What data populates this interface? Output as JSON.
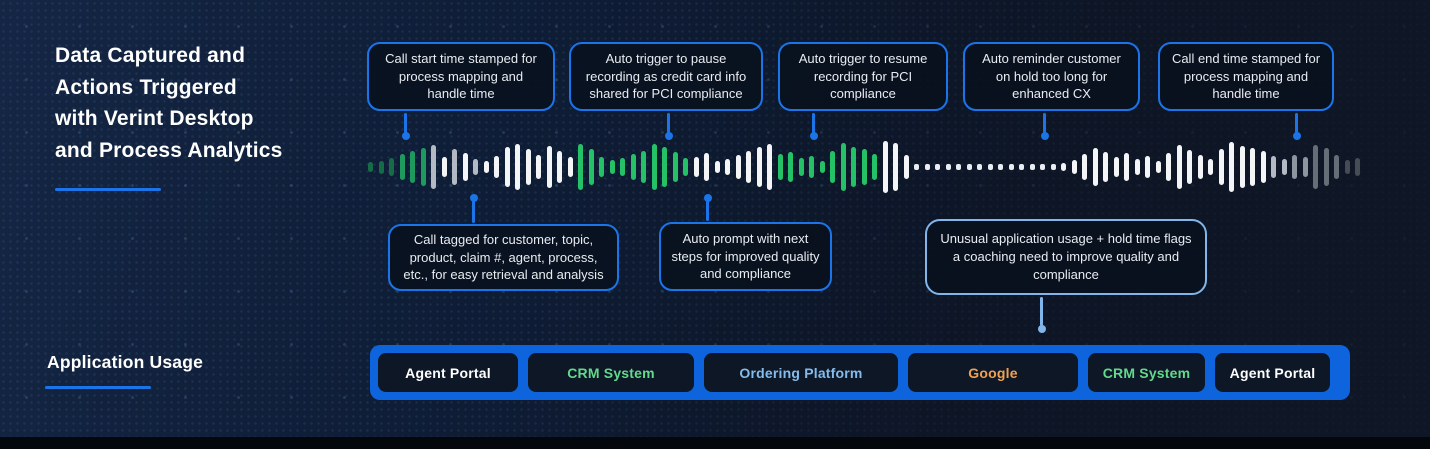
{
  "title": {
    "lines": [
      "Data Captured and",
      "Actions Triggered",
      "with Verint Desktop",
      "and Process Analytics"
    ]
  },
  "section_label": "Application Usage",
  "callouts": {
    "top": [
      "Call start time stamped for process mapping and handle time",
      "Auto trigger to pause recording as credit card info shared for PCI compliance",
      "Auto trigger to resume recording for PCI compliance",
      "Auto reminder customer on hold too long for enhanced CX",
      "Call end time stamped for process mapping and handle time"
    ],
    "bottom": [
      "Call tagged for customer, topic, product, claim #, agent, process, etc., for easy retrieval and analysis",
      "Auto prompt with next steps for improved quality and compliance",
      "Unusual application usage + hold time flags a coaching need to improve quality and compliance"
    ]
  },
  "colors": {
    "accent_blue": "#1b74e8",
    "light_blue_border": "#82b5e9",
    "band_blue": "#0d64dd",
    "background_navy": "#0e1c34",
    "bright_green": "#25c167"
  },
  "waveform": {
    "palette": {
      "g0": "#156c46",
      "g1": "#1f9a5f",
      "g2": "#25c167",
      "w": "#f3f5f7",
      "gy": "#b3bac3",
      "gy2": "#8d959f",
      "gy3": "#656d77",
      "gy4": "#454c56",
      "dot": "#e9edf1"
    },
    "bars": [
      {
        "h": 10,
        "c": "g0"
      },
      {
        "h": 13,
        "c": "g0"
      },
      {
        "h": 18,
        "c": "g0"
      },
      {
        "h": 26,
        "c": "g1"
      },
      {
        "h": 32,
        "c": "g1"
      },
      {
        "h": 38,
        "c": "g1"
      },
      {
        "h": 44,
        "c": "gy"
      },
      {
        "h": 20,
        "c": "w"
      },
      {
        "h": 36,
        "c": "gy"
      },
      {
        "h": 28,
        "c": "w"
      },
      {
        "h": 16,
        "c": "gy"
      },
      {
        "h": 12,
        "c": "w"
      },
      {
        "h": 22,
        "c": "w"
      },
      {
        "h": 40,
        "c": "w"
      },
      {
        "h": 46,
        "c": "w"
      },
      {
        "h": 36,
        "c": "w"
      },
      {
        "h": 24,
        "c": "w"
      },
      {
        "h": 42,
        "c": "w"
      },
      {
        "h": 32,
        "c": "w"
      },
      {
        "h": 20,
        "c": "w"
      },
      {
        "h": 46,
        "c": "g2"
      },
      {
        "h": 36,
        "c": "g2"
      },
      {
        "h": 20,
        "c": "g2"
      },
      {
        "h": 14,
        "c": "g2"
      },
      {
        "h": 18,
        "c": "g2"
      },
      {
        "h": 26,
        "c": "g2"
      },
      {
        "h": 32,
        "c": "g2"
      },
      {
        "h": 46,
        "c": "g2"
      },
      {
        "h": 40,
        "c": "g2"
      },
      {
        "h": 30,
        "c": "g2"
      },
      {
        "h": 18,
        "c": "g2"
      },
      {
        "h": 20,
        "c": "w"
      },
      {
        "h": 28,
        "c": "w"
      },
      {
        "h": 12,
        "c": "w"
      },
      {
        "h": 16,
        "c": "w"
      },
      {
        "h": 24,
        "c": "w"
      },
      {
        "h": 32,
        "c": "w"
      },
      {
        "h": 40,
        "c": "w"
      },
      {
        "h": 46,
        "c": "w"
      },
      {
        "h": 26,
        "c": "g2"
      },
      {
        "h": 30,
        "c": "g2"
      },
      {
        "h": 18,
        "c": "g2"
      },
      {
        "h": 22,
        "c": "g2"
      },
      {
        "h": 12,
        "c": "g2"
      },
      {
        "h": 32,
        "c": "g2"
      },
      {
        "h": 48,
        "c": "g2"
      },
      {
        "h": 40,
        "c": "g2"
      },
      {
        "h": 36,
        "c": "g2"
      },
      {
        "h": 26,
        "c": "g2"
      },
      {
        "h": 52,
        "c": "w"
      },
      {
        "h": 48,
        "c": "w"
      },
      {
        "h": 24,
        "c": "w"
      },
      {
        "h": 6,
        "c": "dot"
      },
      {
        "h": 6,
        "c": "dot"
      },
      {
        "h": 6,
        "c": "dot"
      },
      {
        "h": 6,
        "c": "dot"
      },
      {
        "h": 6,
        "c": "dot"
      },
      {
        "h": 6,
        "c": "dot"
      },
      {
        "h": 6,
        "c": "dot"
      },
      {
        "h": 6,
        "c": "dot"
      },
      {
        "h": 6,
        "c": "dot"
      },
      {
        "h": 6,
        "c": "dot"
      },
      {
        "h": 6,
        "c": "dot"
      },
      {
        "h": 6,
        "c": "dot"
      },
      {
        "h": 6,
        "c": "dot"
      },
      {
        "h": 6,
        "c": "dot"
      },
      {
        "h": 8,
        "c": "w"
      },
      {
        "h": 14,
        "c": "w"
      },
      {
        "h": 26,
        "c": "w"
      },
      {
        "h": 38,
        "c": "w"
      },
      {
        "h": 30,
        "c": "w"
      },
      {
        "h": 20,
        "c": "w"
      },
      {
        "h": 28,
        "c": "w"
      },
      {
        "h": 16,
        "c": "w"
      },
      {
        "h": 22,
        "c": "w"
      },
      {
        "h": 12,
        "c": "w"
      },
      {
        "h": 28,
        "c": "w"
      },
      {
        "h": 44,
        "c": "w"
      },
      {
        "h": 34,
        "c": "w"
      },
      {
        "h": 24,
        "c": "w"
      },
      {
        "h": 16,
        "c": "w"
      },
      {
        "h": 36,
        "c": "w"
      },
      {
        "h": 50,
        "c": "w"
      },
      {
        "h": 42,
        "c": "w"
      },
      {
        "h": 38,
        "c": "w"
      },
      {
        "h": 32,
        "c": "w"
      },
      {
        "h": 22,
        "c": "gy"
      },
      {
        "h": 16,
        "c": "gy"
      },
      {
        "h": 24,
        "c": "gy2"
      },
      {
        "h": 20,
        "c": "gy2"
      },
      {
        "h": 44,
        "c": "gy3"
      },
      {
        "h": 38,
        "c": "gy3"
      },
      {
        "h": 24,
        "c": "gy3"
      },
      {
        "h": 14,
        "c": "gy4"
      },
      {
        "h": 18,
        "c": "gy4"
      }
    ]
  },
  "app_bar": {
    "apps": [
      {
        "label": "Agent Portal",
        "color": "#ffffff",
        "width": 140
      },
      {
        "label": "CRM System",
        "color": "#63d98c",
        "width": 166
      },
      {
        "label": "Ordering Platform",
        "color": "#84bbec",
        "width": 194
      },
      {
        "label": "Google",
        "color": "#f0a150",
        "width": 170
      },
      {
        "label": "CRM System",
        "color": "#63d98c",
        "width": 117
      },
      {
        "label": "Agent Portal",
        "color": "#ffffff",
        "width": 115
      }
    ]
  }
}
